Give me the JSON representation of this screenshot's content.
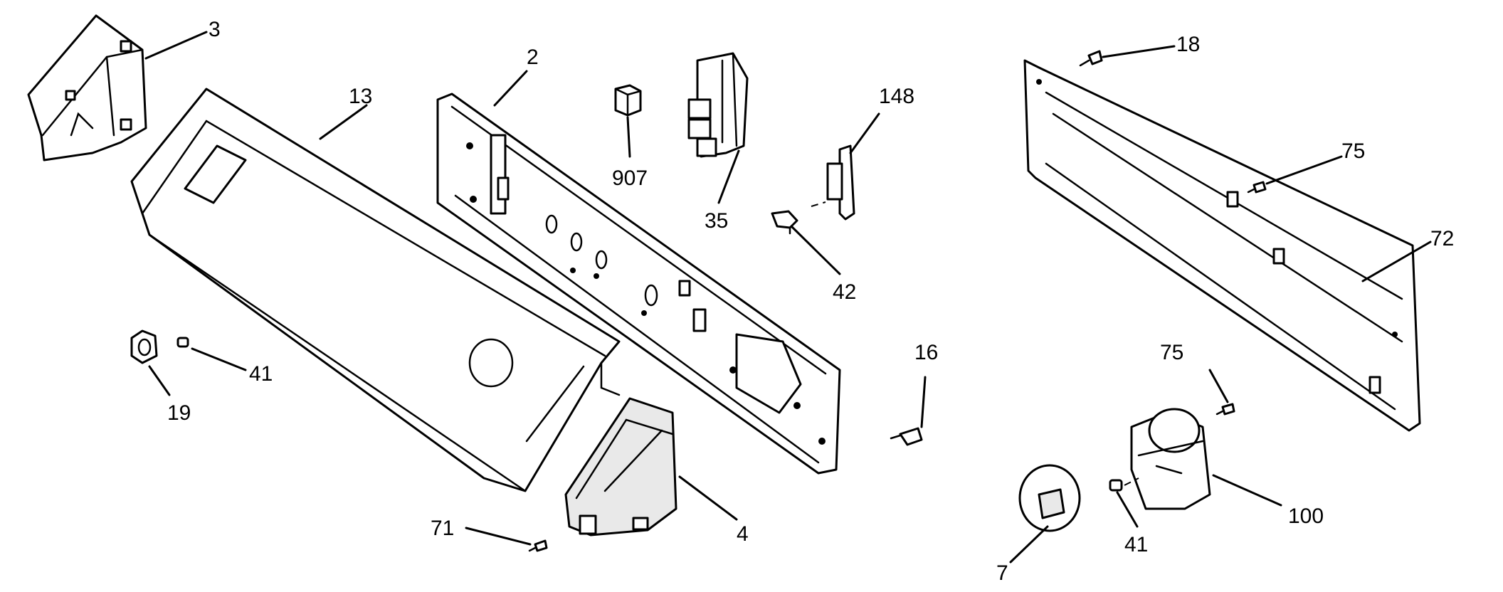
{
  "parts": [
    {
      "id": "p3",
      "number": "3"
    },
    {
      "id": "p13",
      "number": "13"
    },
    {
      "id": "p2",
      "number": "2"
    },
    {
      "id": "p907",
      "number": "907"
    },
    {
      "id": "p35",
      "number": "35"
    },
    {
      "id": "p148",
      "number": "148"
    },
    {
      "id": "p42",
      "number": "42"
    },
    {
      "id": "p18",
      "number": "18"
    },
    {
      "id": "p75a",
      "number": "75"
    },
    {
      "id": "p72",
      "number": "72"
    },
    {
      "id": "p75b",
      "number": "75"
    },
    {
      "id": "p16",
      "number": "16"
    },
    {
      "id": "p41a",
      "number": "41"
    },
    {
      "id": "p19",
      "number": "19"
    },
    {
      "id": "p4",
      "number": "4"
    },
    {
      "id": "p71",
      "number": "71"
    },
    {
      "id": "p100",
      "number": "100"
    },
    {
      "id": "p41b",
      "number": "41"
    },
    {
      "id": "p7",
      "number": "7"
    }
  ]
}
